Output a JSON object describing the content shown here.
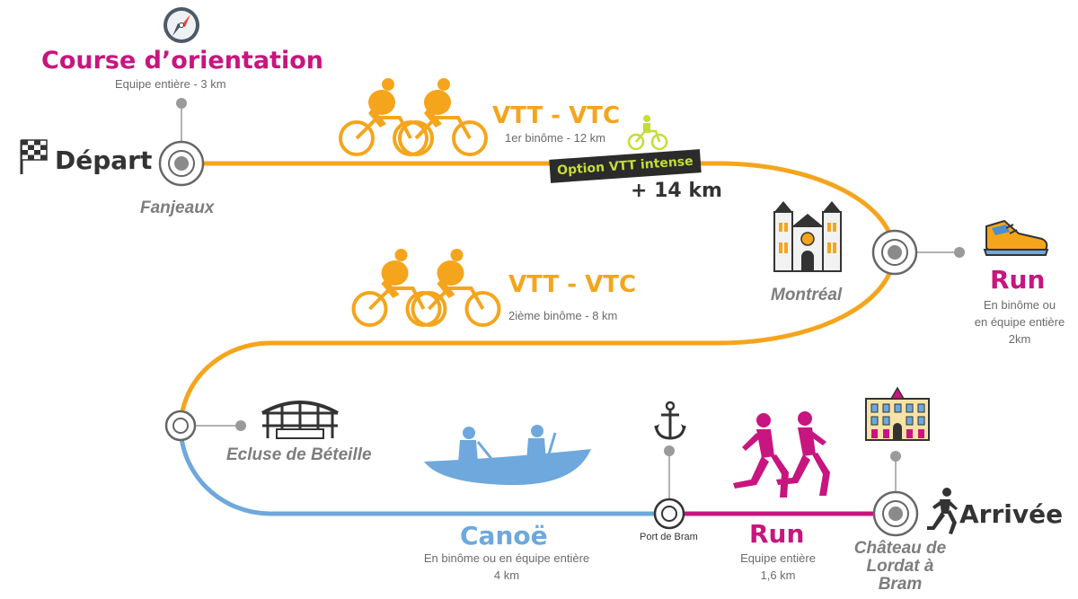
{
  "colors": {
    "orange": "#f5a51c",
    "blue": "#6ea8dc",
    "pink": "#c8157f",
    "lime": "#c6dd34",
    "grey": "#7d7d7d"
  },
  "orientation": {
    "title": "Course d’orientation",
    "detail": "Equipe entière - 3 km",
    "icon": "compass-icon"
  },
  "start": {
    "label": "Départ",
    "place": "Fanjeaux",
    "icon": "checkered-flag-icon"
  },
  "bike1": {
    "title": "VTT - VTC",
    "detail": "1er binôme - 12 km",
    "icon": "tandem-cyclists-icon"
  },
  "option": {
    "label": "Option VTT intense",
    "extra": "+ 14 km",
    "icon": "mountain-bike-icon"
  },
  "checkpoint_montreal": {
    "place": "Montréal",
    "icon": "church-icon"
  },
  "run1": {
    "title": "Run",
    "detail_line1": "En binôme ou",
    "detail_line2": "en équipe entière",
    "detail_line3": "2km",
    "icon": "running-shoe-icon"
  },
  "bike2": {
    "title": "VTT - VTC",
    "detail": "2ième binôme - 8 km",
    "icon": "tandem-cyclists-icon"
  },
  "lock": {
    "place": "Ecluse de Béteille",
    "icon": "lock-bridge-icon"
  },
  "canoe": {
    "title": "Canoë",
    "detail_line1": "En binôme ou en équipe entière",
    "detail_line2": "4 km",
    "icon": "canoe-icon"
  },
  "port": {
    "place": "Port de Bram",
    "icon": "anchor-icon"
  },
  "run2": {
    "title": "Run",
    "detail_line1": "Equipe entière",
    "detail_line2": "1,6 km",
    "icon": "runners-icon"
  },
  "finish": {
    "label": "Arrivée",
    "place_line1": "Château de",
    "place_line2": "Lordat à",
    "place_line3": "Bram",
    "icon": "running-man-icon"
  },
  "castle": {
    "icon": "chateau-icon"
  }
}
